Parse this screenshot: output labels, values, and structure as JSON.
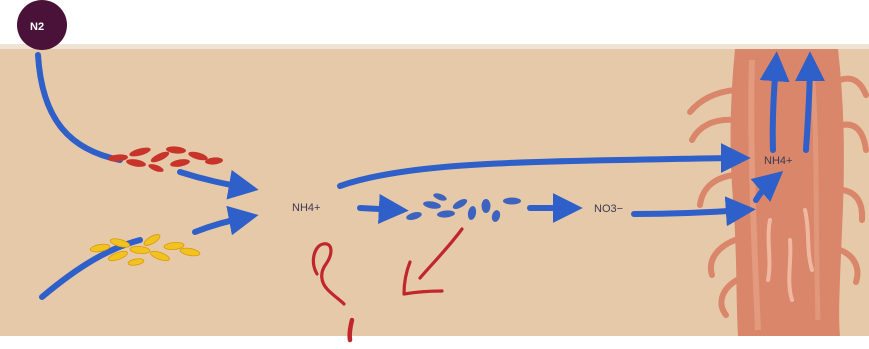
{
  "labels": {
    "n2": "N2",
    "ammonium": "NH4+",
    "nitrate": "NO3−",
    "root_ammonium": "NH4+"
  },
  "colors": {
    "soil": "#e6c9a8",
    "arrow": "#2f5fc8",
    "red_bacteria": "#c8332a",
    "yellow_bacteria": "#f2c21e",
    "blue_bacteria": "#3d63bf",
    "root": "#d9866a",
    "n2_circle": "#4a1238",
    "ink": "#c0262d"
  }
}
